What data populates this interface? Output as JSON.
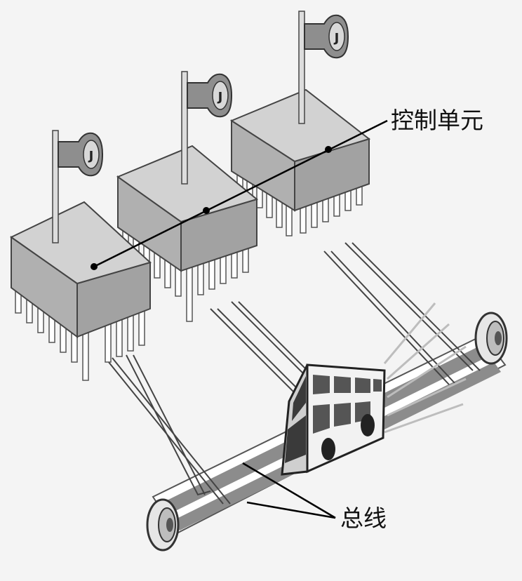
{
  "labels": {
    "control_unit": "控制单元",
    "bus": "总线"
  },
  "diagram": {
    "elements": [
      "control-unit",
      "control-unit",
      "control-unit",
      "bus",
      "bus-vehicle"
    ],
    "units": [
      {
        "flag_letter": "J"
      },
      {
        "flag_letter": "J"
      },
      {
        "flag_letter": "J"
      }
    ]
  },
  "colors": {
    "background": "#f4f4f4",
    "chip_top": "#d2d2d2",
    "chip_side": "#aeaeae",
    "bus_band": "#8c8c8c",
    "flag": "#8e8e8e",
    "line": "#000000"
  }
}
